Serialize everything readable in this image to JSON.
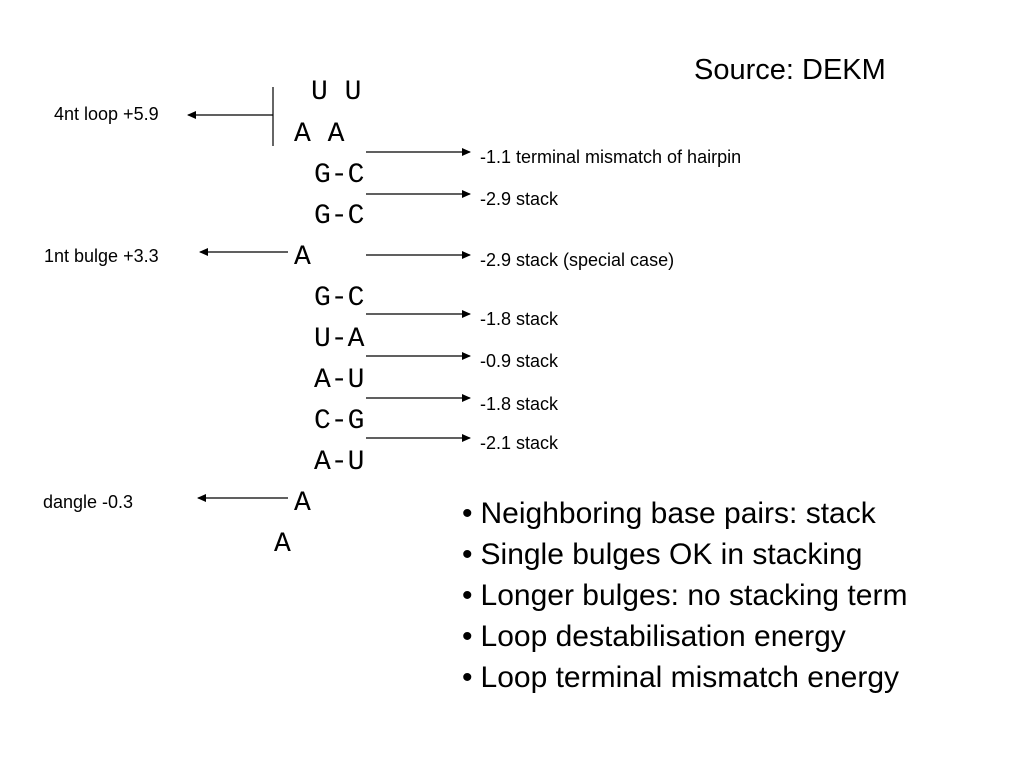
{
  "source": "Source: DEKM",
  "structure": {
    "loop_top": "U U",
    "loop_bottom": "A   A",
    "pairs": [
      "G-C",
      "G-C",
      "G-C",
      "U-A",
      "A-U",
      "C-G",
      "A-U"
    ],
    "bulge": "A",
    "tail_1": "A",
    "tail_2": "A"
  },
  "left_labels": {
    "loop": "4nt loop +5.9",
    "bulge": "1nt bulge +3.3",
    "dangle": "dangle -0.3"
  },
  "right_labels": [
    "-1.1 terminal mismatch of hairpin",
    "-2.9 stack",
    "-2.9 stack (special case)",
    "-1.8 stack",
    "-0.9 stack",
    "-1.8 stack",
    "-2.1 stack"
  ],
  "bullets": [
    "Neighboring base pairs: stack",
    "Single bulges OK in stacking",
    "Longer bulges: no stacking term",
    "Loop destabilisation energy",
    "Loop terminal mismatch energy"
  ]
}
